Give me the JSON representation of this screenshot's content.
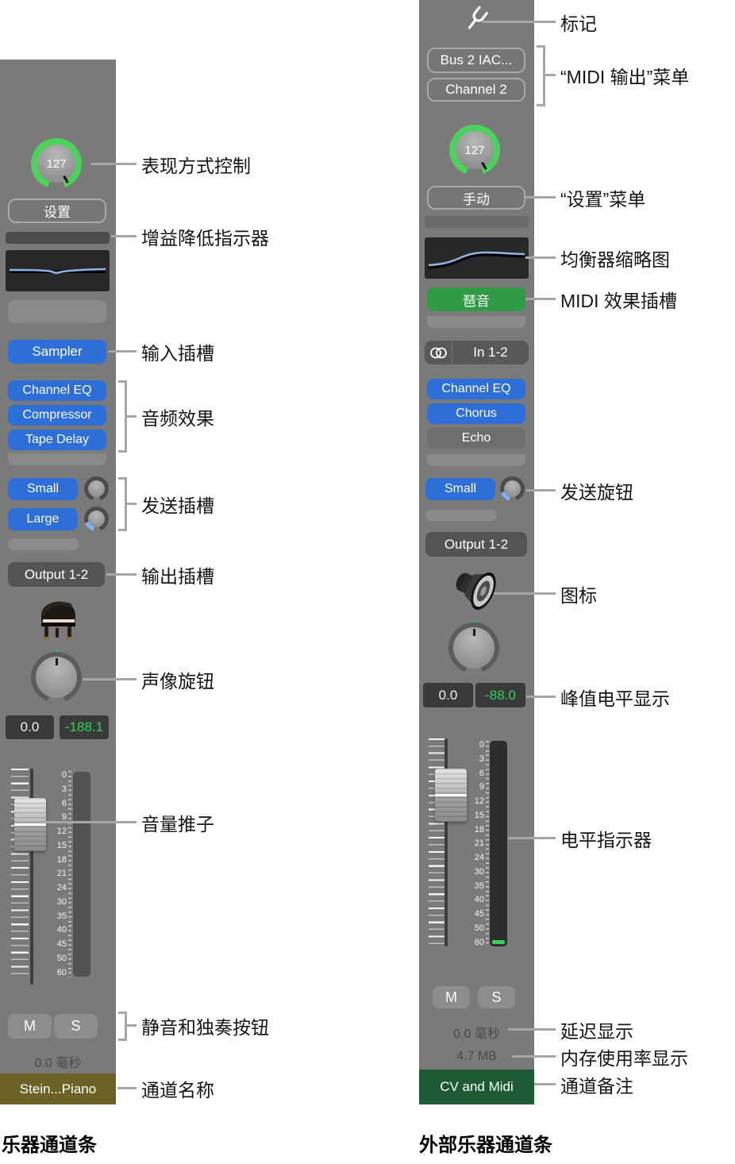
{
  "captions": {
    "left": "乐器通道条",
    "right": "外部乐器通道条"
  },
  "left_strip": {
    "performance_value": "127",
    "settings_button": "设置",
    "input_slot": "Sampler",
    "audio_effects": [
      "Channel EQ",
      "Compressor",
      "Tape Delay"
    ],
    "sends": [
      "Small",
      "Large"
    ],
    "output_slot": "Output 1-2",
    "volume_value": "0.0",
    "peak_value": "-188.1",
    "scale_ticks": [
      "0",
      "3",
      "6",
      "9",
      "12",
      "15",
      "18",
      "21",
      "24",
      "30",
      "35",
      "40",
      "45",
      "50",
      "60"
    ],
    "mute": "M",
    "solo": "S",
    "latency": "0.0 毫秒",
    "channel_name": "Stein...Piano"
  },
  "right_strip": {
    "midi_out_port": "Bus 2 IAC...",
    "midi_out_channel": "Channel 2",
    "performance_value": "127",
    "settings_menu": "手动",
    "midi_fx_slot": "琶音",
    "input_slot": "In 1-2",
    "audio_effects": [
      "Channel EQ",
      "Chorus",
      "Echo"
    ],
    "send": "Small",
    "output_slot": "Output 1-2",
    "volume_value": "0.0",
    "peak_value": "-88.0",
    "scale_ticks": [
      "0",
      "3",
      "6",
      "9",
      "12",
      "15",
      "18",
      "21",
      "24",
      "30",
      "35",
      "40",
      "45",
      "50",
      "60"
    ],
    "mute": "M",
    "solo": "S",
    "latency": "0.0 毫秒",
    "memory": "4.7 MB",
    "channel_note": "CV and Midi"
  },
  "annotations": {
    "left": {
      "perf_control": "表现方式控制",
      "gain_reduction": "增益降低指示器",
      "input_slot": "输入插槽",
      "audio_effects": "音频效果",
      "send_slots": "发送插槽",
      "output_slot": "输出插槽",
      "pan_knob": "声像旋钮",
      "volume_fader": "音量推子",
      "mute_solo": "静音和独奏按钮",
      "channel_name": "通道名称"
    },
    "right": {
      "marker": "标记",
      "midi_out_menu": "“MIDI 输出”菜单",
      "settings_menu": "“设置”菜单",
      "eq_thumbnail": "均衡器缩略图",
      "midi_fx_slot": "MIDI 效果插槽",
      "send_knob": "发送旋钮",
      "icon": "图标",
      "peak_level": "峰值电平显示",
      "level_meter": "电平指示器",
      "latency": "延迟显示",
      "memory": "内存使用率显示",
      "channel_note": "通道备注"
    }
  },
  "colors": {
    "strip_bg": "#7a7a7a",
    "plugin_blue": "#2d6ed8",
    "midi_fx_green": "#2f9b44",
    "knob_arc_green": "#4bd15c",
    "value_green": "#31d158",
    "name_olive": "#6b6226",
    "note_green": "#1e5a33",
    "meter_green": "#33d158"
  }
}
